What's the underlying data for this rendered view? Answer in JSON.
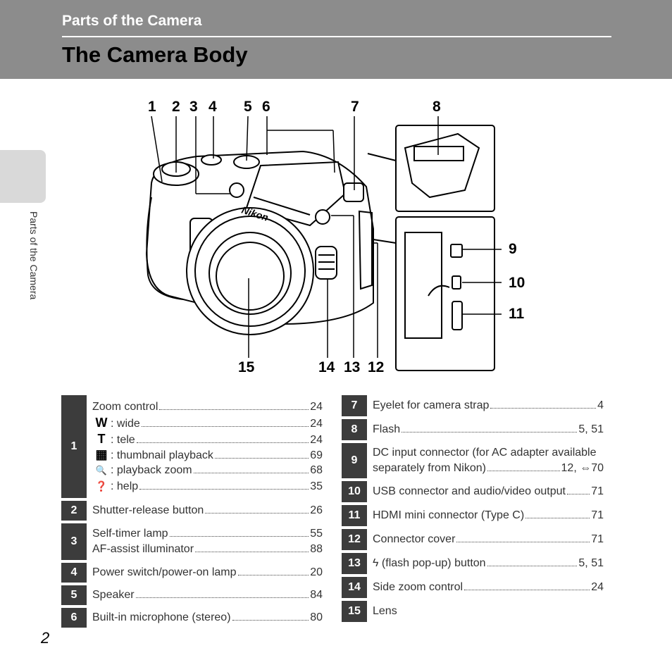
{
  "header": {
    "section": "Parts of the Camera",
    "title": "The Camera Body"
  },
  "sidebar": {
    "label": "Parts of the Camera"
  },
  "page_number": "2",
  "figure": {
    "callouts": [
      "1",
      "2",
      "3",
      "4",
      "5",
      "6",
      "7",
      "8",
      "9",
      "10",
      "11",
      "15",
      "14",
      "13",
      "12"
    ],
    "brand_text": "Nikon"
  },
  "parts_left": [
    {
      "num": "1",
      "lines": [
        {
          "icon": "",
          "text": "Zoom control",
          "page": "24"
        },
        {
          "icon": "W",
          "text": ": wide",
          "page": "24"
        },
        {
          "icon": "T",
          "text": ": tele",
          "page": "24"
        },
        {
          "icon": "▦",
          "text": ": thumbnail playback",
          "page": "69"
        },
        {
          "icon": "🔍",
          "text": ": playback zoom",
          "page": "68"
        },
        {
          "icon": "❓",
          "text": ": help",
          "page": "35"
        }
      ]
    },
    {
      "num": "2",
      "lines": [
        {
          "icon": "",
          "text": "Shutter-release button",
          "page": "26"
        }
      ]
    },
    {
      "num": "3",
      "lines": [
        {
          "icon": "",
          "text": "Self-timer lamp",
          "page": "55"
        },
        {
          "icon": "",
          "text": "AF-assist illuminator",
          "page": "88"
        }
      ]
    },
    {
      "num": "4",
      "lines": [
        {
          "icon": "",
          "text": "Power switch/power-on lamp",
          "page": "20"
        }
      ]
    },
    {
      "num": "5",
      "lines": [
        {
          "icon": "",
          "text": "Speaker",
          "page": "84"
        }
      ]
    },
    {
      "num": "6",
      "lines": [
        {
          "icon": "",
          "text": "Built-in microphone (stereo)",
          "page": "80"
        }
      ]
    }
  ],
  "parts_right": [
    {
      "num": "7",
      "lines": [
        {
          "text": "Eyelet for camera strap",
          "page": "4"
        }
      ]
    },
    {
      "num": "8",
      "lines": [
        {
          "text": "Flash",
          "page": "5, 51"
        }
      ]
    },
    {
      "num": "9",
      "lines": [
        {
          "text": "DC input connector (for AC adapter available",
          "page": ""
        },
        {
          "text": "separately from Nikon)",
          "page": "12, ⇔70"
        }
      ]
    },
    {
      "num": "10",
      "lines": [
        {
          "text": "USB connector and audio/video output",
          "page": "71"
        }
      ]
    },
    {
      "num": "11",
      "lines": [
        {
          "text": "HDMI mini connector (Type C)",
          "page": "71"
        }
      ]
    },
    {
      "num": "12",
      "lines": [
        {
          "text": "Connector cover",
          "page": "71"
        }
      ]
    },
    {
      "num": "13",
      "lines": [
        {
          "text": "ϟ (flash pop-up) button",
          "page": "5, 51"
        }
      ]
    },
    {
      "num": "14",
      "lines": [
        {
          "text": "Side zoom control",
          "page": "24"
        }
      ]
    },
    {
      "num": "15",
      "lines": [
        {
          "text": "Lens",
          "page": ""
        }
      ]
    }
  ]
}
